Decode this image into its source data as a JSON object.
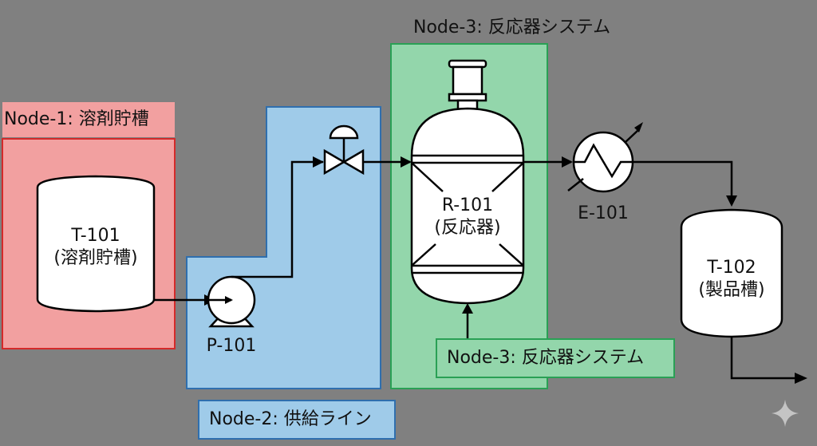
{
  "nodes": [
    {
      "id": "node-1",
      "title": "Node-1: 溶剤貯槽",
      "color": "#f2a0a0",
      "border": "#d42a2a"
    },
    {
      "id": "node-2",
      "title": "Node-2: 供給ライン",
      "color": "#9fcbe9",
      "border": "#2f6fae"
    },
    {
      "id": "node-3",
      "title": "Node-3: 反応器システム",
      "color": "#93d6ab",
      "border": "#2aa055"
    }
  ],
  "node3_badge": "Node-3: 反応器システム",
  "equipment": {
    "t101": {
      "tag": "T-101",
      "name": "(溶剤貯槽)"
    },
    "p101": {
      "tag": "P-101"
    },
    "r101": {
      "tag": "R-101",
      "name": "(反応器)"
    },
    "e101": {
      "tag": "E-101"
    },
    "t102": {
      "tag": "T-102",
      "name": "(製品槽)"
    }
  },
  "icons": [
    "pump-icon",
    "control-valve-icon",
    "heat-exchanger-icon",
    "sparkle-icon"
  ]
}
